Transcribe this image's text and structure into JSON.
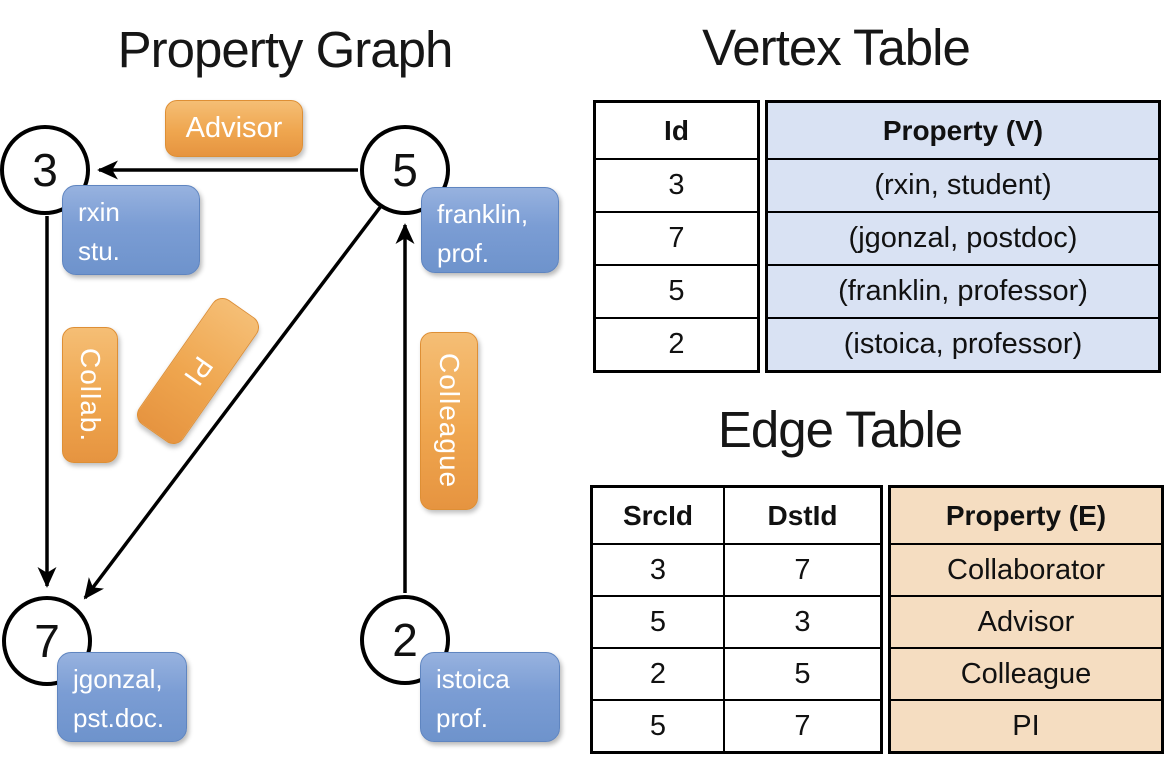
{
  "graph": {
    "title": "Property Graph",
    "nodes": {
      "n3": "3",
      "n5": "5",
      "n7": "7",
      "n2": "2"
    },
    "vertex_labels": {
      "rxin": {
        "line1": "rxin",
        "line2": "stu."
      },
      "franklin": {
        "line1": "franklin,",
        "line2": "prof."
      },
      "jgonzal": {
        "line1": "jgonzal,",
        "line2": "pst.doc."
      },
      "istoica": {
        "line1": "istoica",
        "line2": "prof."
      }
    },
    "edge_labels": {
      "advisor": "Advisor",
      "collab": "Collab.",
      "pi": "PI",
      "colleague": "Colleague"
    }
  },
  "vertex_table": {
    "title": "Vertex Table",
    "columns": {
      "id": "Id",
      "property": "Property (V)"
    },
    "rows": [
      {
        "id": "3",
        "property": "(rxin, student)"
      },
      {
        "id": "7",
        "property": "(jgonzal, postdoc)"
      },
      {
        "id": "5",
        "property": "(franklin, professor)"
      },
      {
        "id": "2",
        "property": "(istoica, professor)"
      }
    ]
  },
  "edge_table": {
    "title": "Edge Table",
    "columns": {
      "src": "SrcId",
      "dst": "DstId",
      "property": "Property (E)"
    },
    "rows": [
      {
        "src": "3",
        "dst": "7",
        "property": "Collaborator"
      },
      {
        "src": "5",
        "dst": "3",
        "property": "Advisor"
      },
      {
        "src": "2",
        "dst": "5",
        "property": "Colleague"
      },
      {
        "src": "5",
        "dst": "7",
        "property": "PI"
      }
    ]
  },
  "colors": {
    "orange_label_top": "#F5BE75",
    "orange_label_bottom": "#E69440",
    "blue_label_top": "#97B2DF",
    "blue_label_bottom": "#6E93CC",
    "vertex_property_bg": "#D9E2F3",
    "edge_property_bg": "#F5DDC1",
    "edge_line": "#000000"
  }
}
